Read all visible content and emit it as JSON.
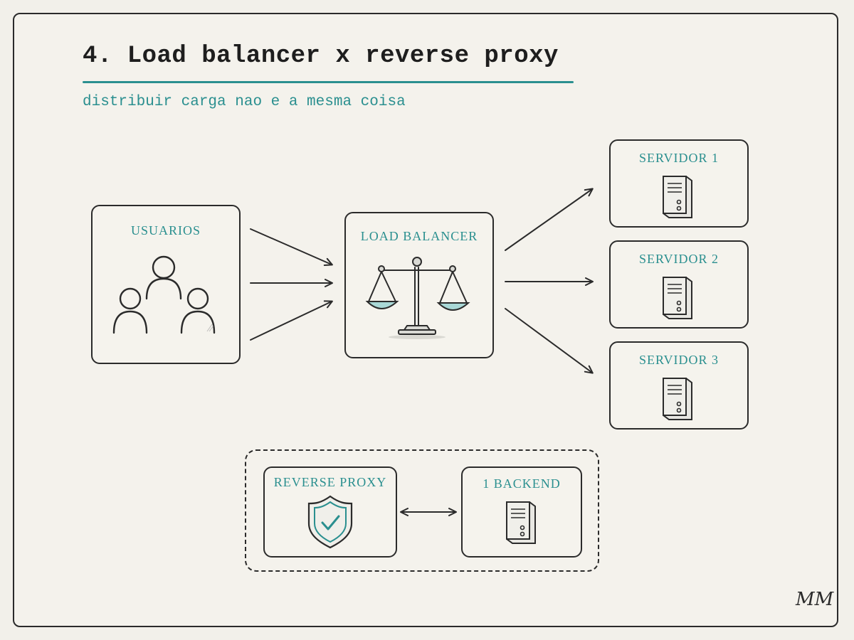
{
  "header": {
    "title": "4. Load balancer x reverse proxy",
    "subtitle": "distribuir carga nao e a mesma coisa"
  },
  "nodes": {
    "usuarios": {
      "label": "USUARIOS",
      "icon": "users-icon"
    },
    "load_balancer": {
      "label": "LOAD BALANCER",
      "icon": "scales-icon"
    },
    "servidores": [
      {
        "label": "SERVIDOR 1",
        "icon": "server-icon"
      },
      {
        "label": "SERVIDOR 2",
        "icon": "server-icon"
      },
      {
        "label": "SERVIDOR 3",
        "icon": "server-icon"
      }
    ],
    "reverse_proxy": {
      "label": "REVERSE PROXY",
      "icon": "shield-check-icon"
    },
    "backend": {
      "label": "1 BACKEND",
      "icon": "server-icon"
    }
  },
  "edges": [
    {
      "from": "usuarios",
      "to": "load_balancer",
      "count": 3
    },
    {
      "from": "load_balancer",
      "to": "servidor-1"
    },
    {
      "from": "load_balancer",
      "to": "servidor-2"
    },
    {
      "from": "load_balancer",
      "to": "servidor-3"
    },
    {
      "from": "reverse_proxy",
      "to": "backend",
      "bidirectional": true
    }
  ],
  "signature": "MM",
  "colors": {
    "accent": "#2a8f8f",
    "ink": "#2b2b2b",
    "paper": "#f2f0ea",
    "tint": "#a9d8d6"
  }
}
